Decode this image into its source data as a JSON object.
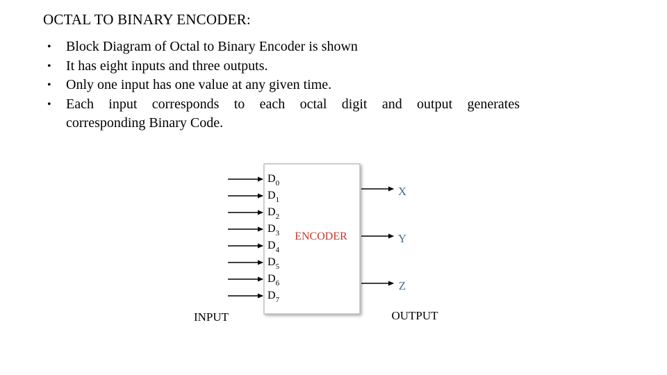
{
  "title": "OCTAL TO BINARY ENCODER:",
  "bullets": [
    "Block Diagram of Octal to Binary Encoder is shown",
    "It has eight inputs and three outputs.",
    "Only one input has one value at any given time.",
    {
      "line1": "Each input corresponds to each octal digit and output generates",
      "line2": "corresponding Binary Code."
    }
  ],
  "bullet_symbol": "•",
  "diagram": {
    "block_label": "ENCODER",
    "inputs": [
      {
        "letter": "D",
        "sub": "0"
      },
      {
        "letter": "D",
        "sub": "1"
      },
      {
        "letter": "D",
        "sub": "2"
      },
      {
        "letter": "D",
        "sub": "3"
      },
      {
        "letter": "D",
        "sub": "4"
      },
      {
        "letter": "D",
        "sub": "5"
      },
      {
        "letter": "D",
        "sub": "6"
      },
      {
        "letter": "D",
        "sub": "7"
      }
    ],
    "outputs": [
      "X",
      "Y",
      "Z"
    ],
    "input_caption": "INPUT",
    "output_caption": "OUTPUT",
    "colors": {
      "block_label": "#c0392b",
      "outputs": "#4a6f8f",
      "block_border": "#b0b0b0",
      "block_fill": "#ffffff"
    }
  }
}
